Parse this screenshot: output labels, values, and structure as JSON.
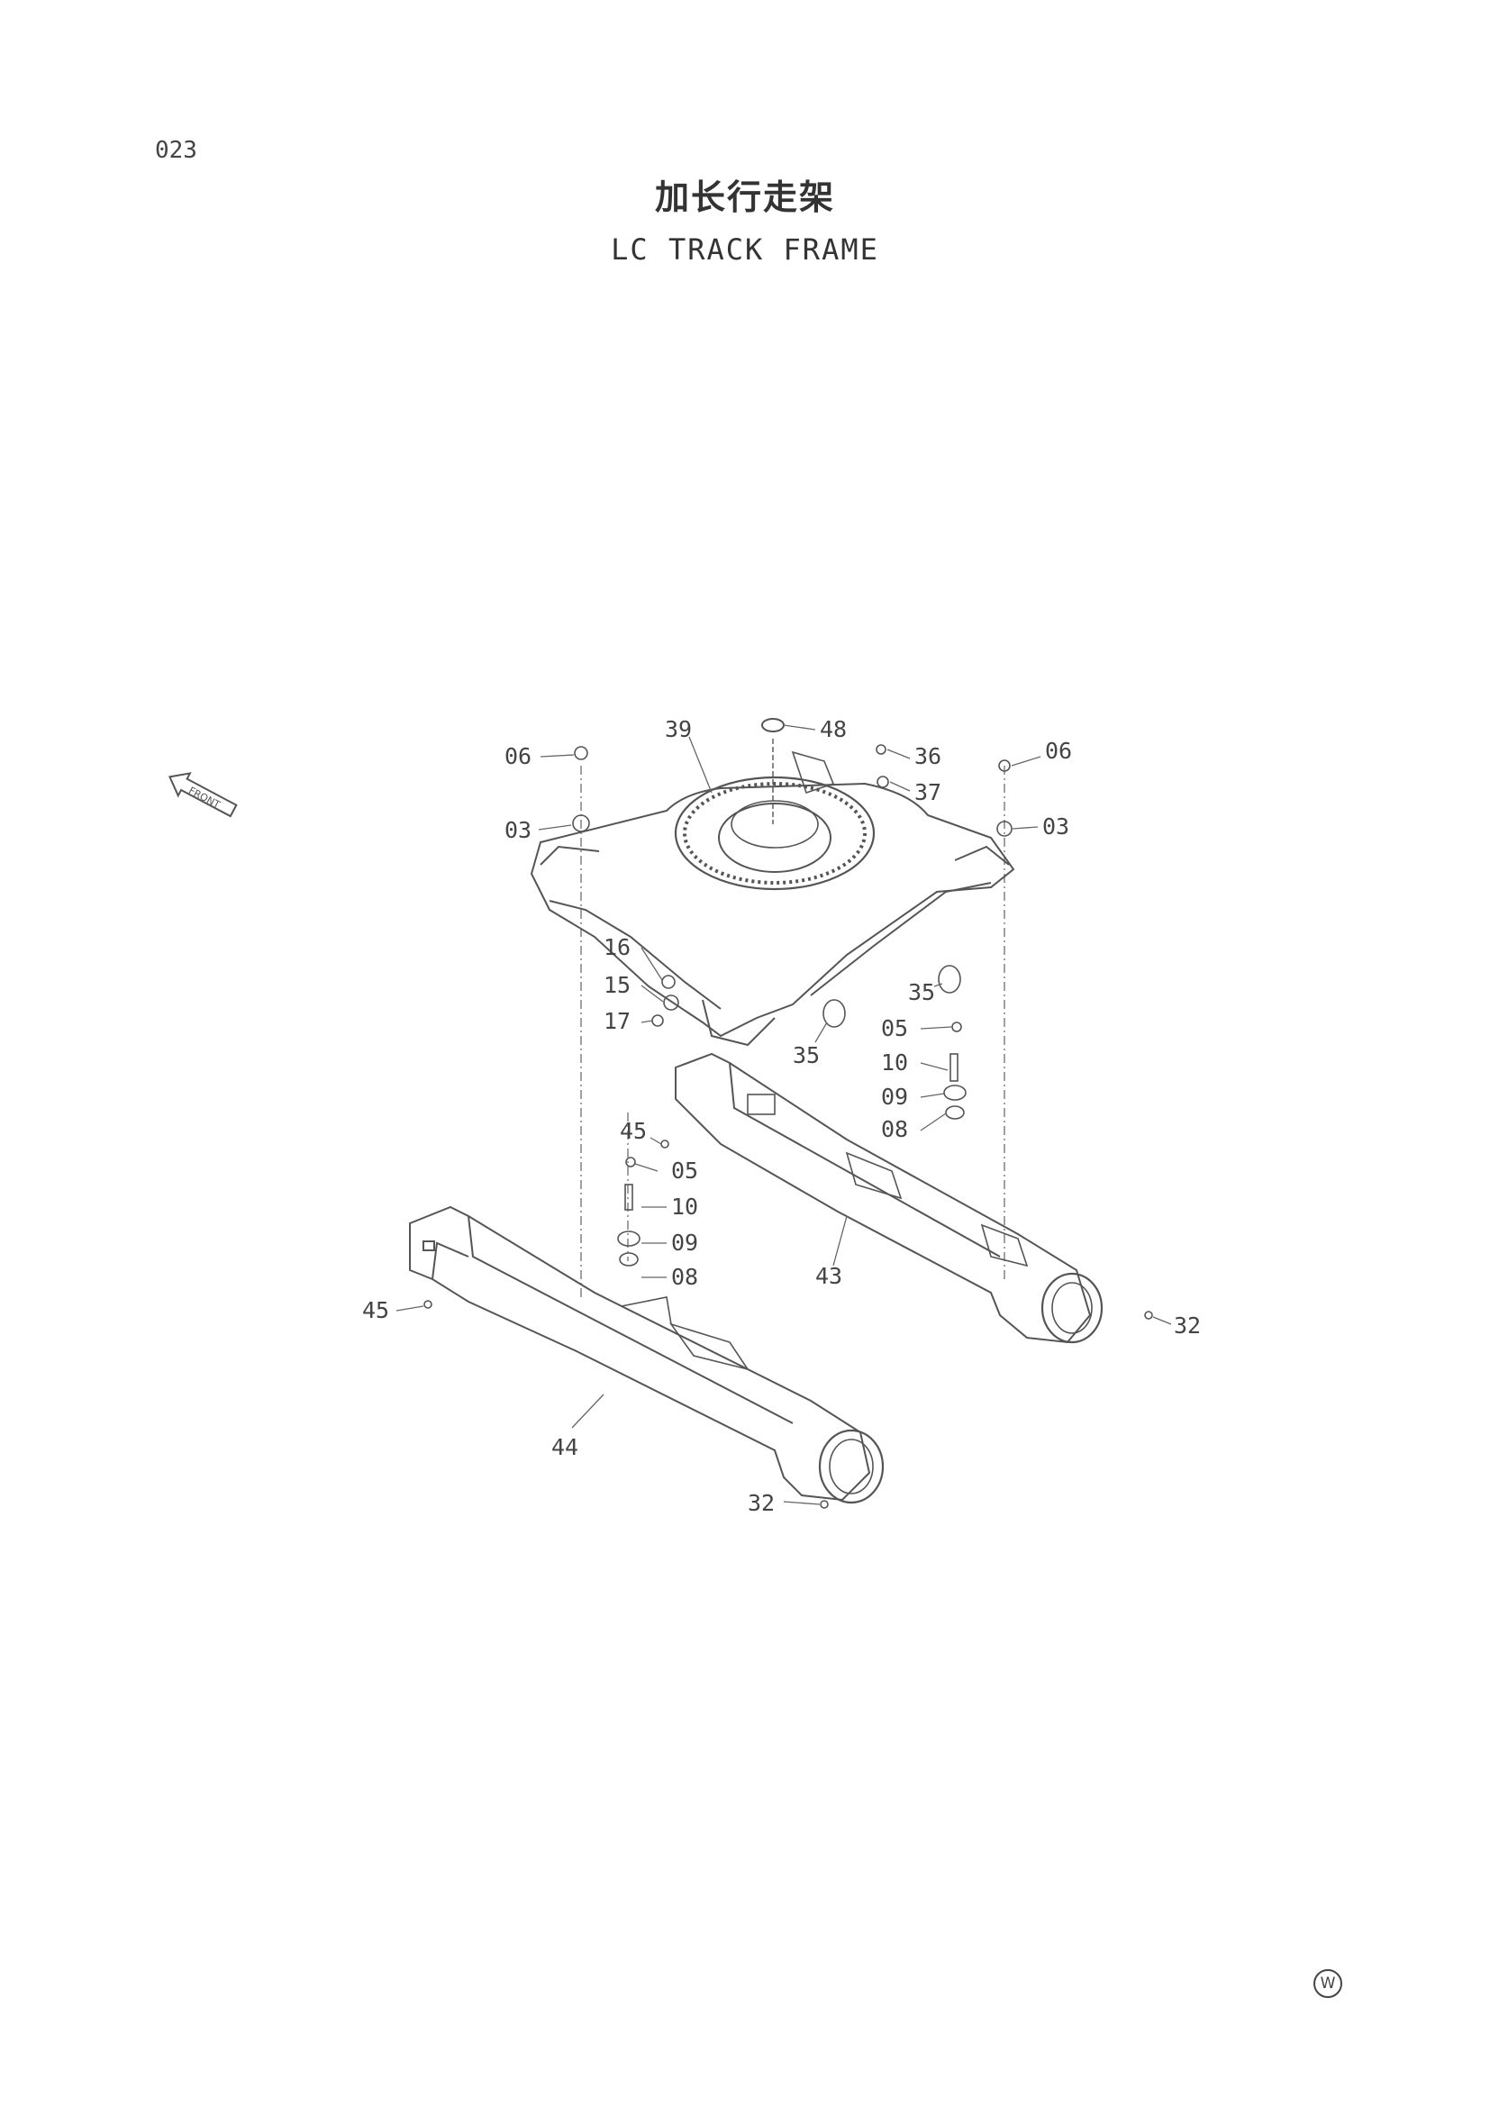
{
  "header": {
    "page_code": "023",
    "title_cn": "加长行走架",
    "title_en": "LC TRACK FRAME"
  },
  "front_arrow": {
    "label": "FRONT",
    "icon": "front-arrow-icon"
  },
  "callouts": {
    "c06_left": "06",
    "c03_left": "03",
    "c39": "39",
    "c48": "48",
    "c36": "36",
    "c37": "37",
    "c06_right": "06",
    "c03_right": "03",
    "c16": "16",
    "c15": "15",
    "c17": "17",
    "c35_right": "35",
    "c35_center": "35",
    "c05_right": "05",
    "c10_right": "10",
    "c09_right": "09",
    "c08_right": "08",
    "c45_upper": "45",
    "c05_left": "05",
    "c10_left": "10",
    "c09_left": "09",
    "c08_left": "08",
    "c43": "43",
    "c45_lower": "45",
    "c32_right": "32",
    "c44": "44",
    "c32_bottom": "32"
  },
  "corner_mark": "W"
}
